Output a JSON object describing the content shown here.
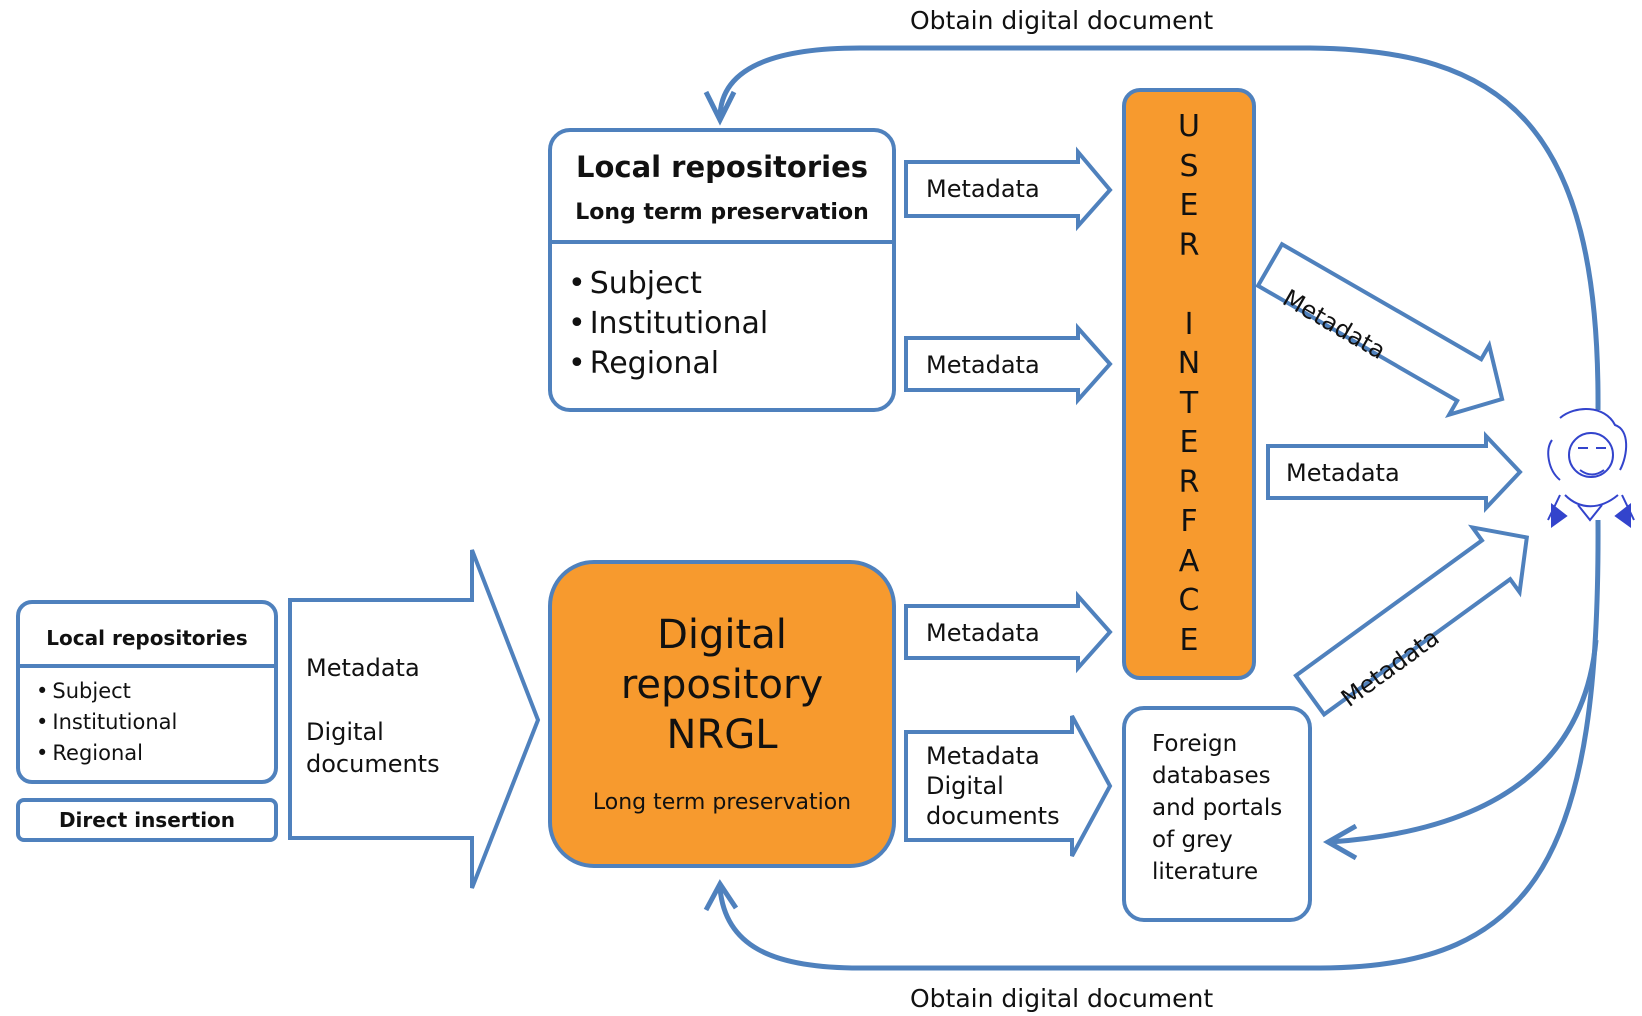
{
  "top_loop_label": "Obtain digital document",
  "bottom_loop_label": "Obtain digital document",
  "local_repo_top": {
    "title": "Local repositories",
    "subtitle": "Long term preservation",
    "items": [
      "Subject",
      "Institutional",
      "Regional"
    ]
  },
  "local_repo_left": {
    "title": "Local repositories",
    "items": [
      "Subject",
      "Institutional",
      "Regional"
    ],
    "direct_insertion": "Direct insertion"
  },
  "big_arrow": {
    "line1": "Metadata",
    "line2": "Digital",
    "line3": "documents"
  },
  "nrgl": {
    "line1": "Digital",
    "line2": "repository",
    "line3": "NRGL",
    "subtitle": "Long term preservation"
  },
  "user_interface": {
    "letters": [
      "U",
      "S",
      "E",
      "R",
      "",
      "I",
      "N",
      "T",
      "E",
      "R",
      "F",
      "A",
      "C",
      "E"
    ]
  },
  "arrows": {
    "meta_top1": "Metadata",
    "meta_top2": "Metadata",
    "meta_nrgl": "Metadata",
    "meta_digital_1": "Metadata",
    "meta_digital_2": "Digital",
    "meta_digital_3": "documents",
    "meta_diag_up": "Metadata",
    "meta_mid": "Metadata",
    "meta_diag_down": "Metadata"
  },
  "foreign": {
    "lines": [
      "Foreign",
      "databases",
      "and portals",
      "of grey",
      "literature"
    ]
  },
  "colors": {
    "blue": "#4f81bd",
    "orange": "#f79a2e",
    "user_icon": "#3344cc"
  }
}
